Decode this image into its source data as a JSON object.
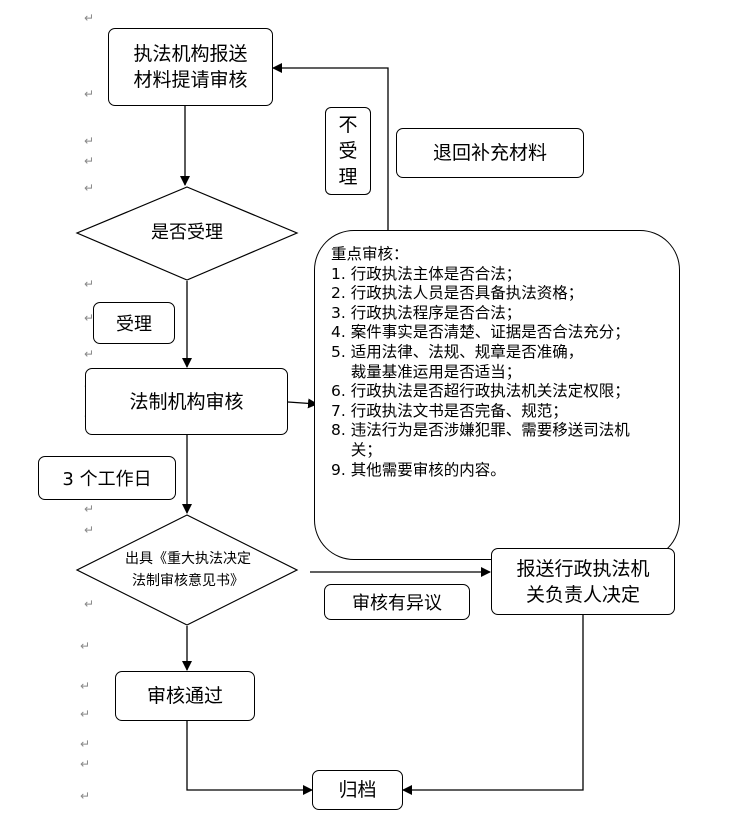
{
  "flow": {
    "submit": "执法机构报送\n材料提请审核",
    "accept_decision": "是否受理",
    "not_accepted": [
      "不",
      "受",
      "理"
    ],
    "return_supplement": "退回补充材料",
    "accepted": "受理",
    "legal_review": "法制机构审核",
    "three_days": "3 个工作日",
    "opinion_decision": "出具《重大执法决定\n法制审核意见书》",
    "objection": "审核有异议",
    "report_leader": "报送行政执法机\n关负责人决定",
    "approved": "审核通过",
    "archive": "归档"
  },
  "review_points": {
    "title": "重点审核：",
    "items": [
      "1. 行政执法主体是否合法；",
      "2. 行政执法人员是否具备执法资格；",
      "3. 行政执法程序是否合法；",
      "4. 案件事实是否清楚、证据是否合法充分；",
      "5. 适用法律、法规、规章是否准确，",
      "    裁量基准运用是否适当；",
      "6. 行政执法是否超行政执法机关法定权限；",
      "7. 行政执法文书是否完备、规范；",
      "8. 违法行为是否涉嫌犯罪、需要移送司法机",
      "    关；",
      "9. 其他需要审核的内容。"
    ]
  },
  "paragraph_mark": "↵"
}
